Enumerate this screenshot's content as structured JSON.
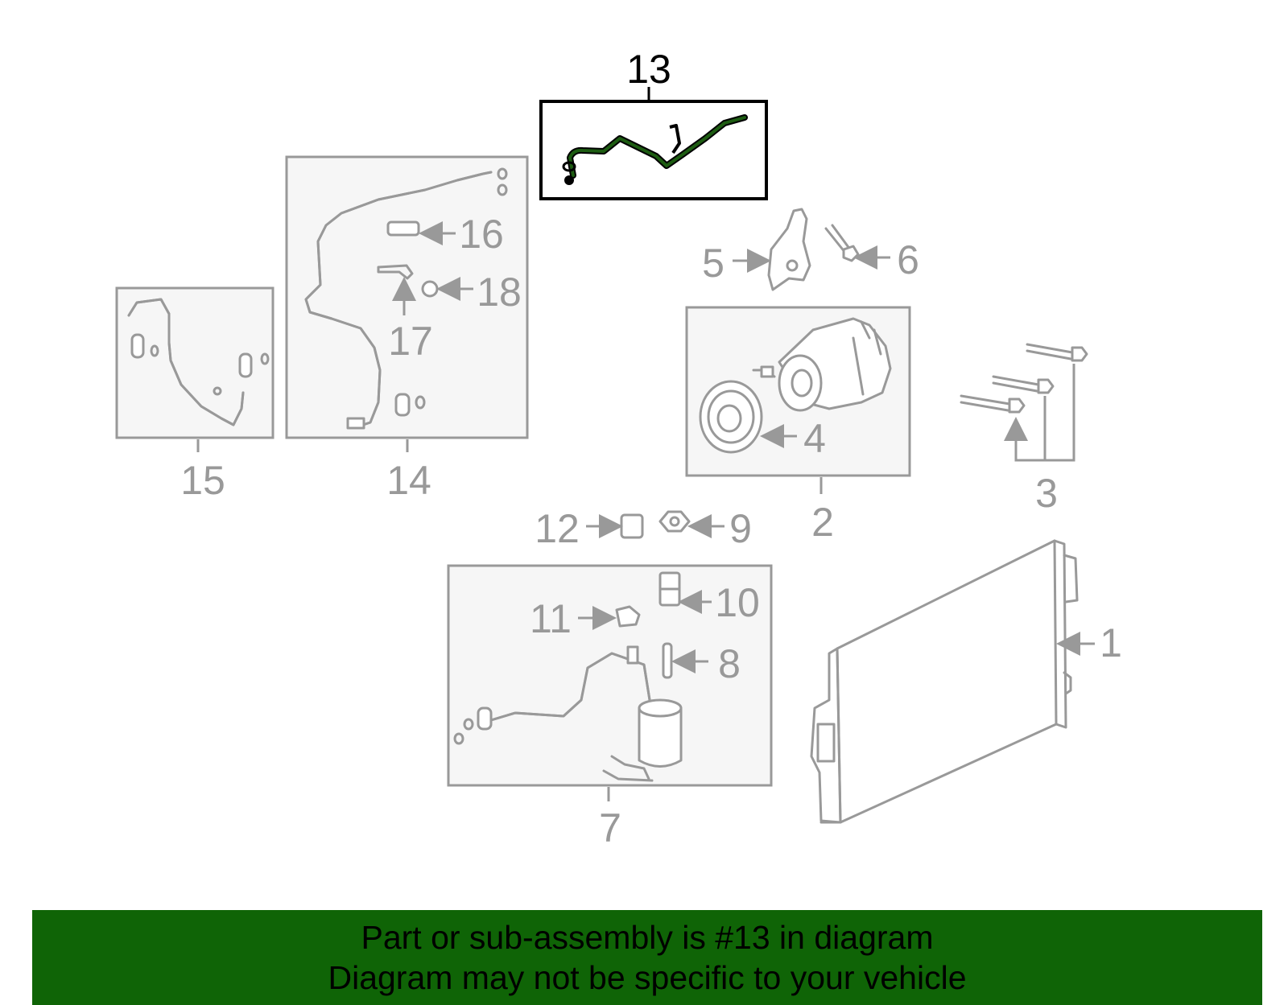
{
  "callouts": {
    "p1": "1",
    "p2": "2",
    "p3": "3",
    "p4": "4",
    "p5": "5",
    "p6": "6",
    "p7": "7",
    "p8": "8",
    "p9": "9",
    "p10": "10",
    "p11": "11",
    "p12": "12",
    "p13": "13",
    "p14": "14",
    "p15": "15",
    "p16": "16",
    "p17": "17",
    "p18": "18"
  },
  "highlight_part": "13",
  "colors": {
    "highlight_part": "#1d5c12",
    "callout_text": "#999999",
    "banner_background": "#0f6406",
    "banner_text": "#000000"
  },
  "banner": {
    "line1": "Part or sub-assembly is #13 in diagram",
    "line2": "Diagram may not be specific to your vehicle"
  }
}
